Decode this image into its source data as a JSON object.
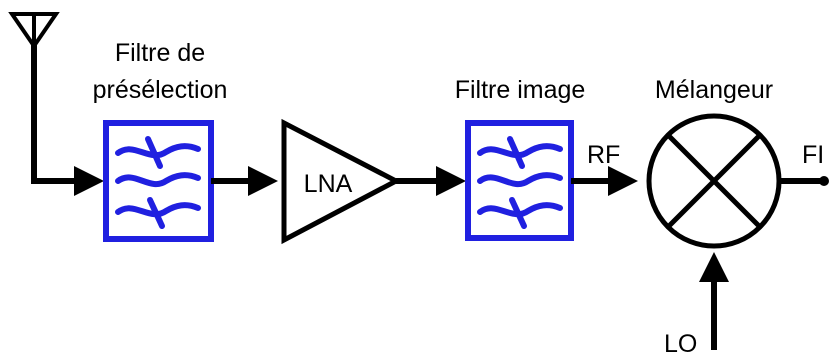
{
  "labels": {
    "preselection_filter_line1": "Filtre de",
    "preselection_filter_line2": "présélection",
    "lna": "LNA",
    "image_filter": "Filtre image",
    "mixer": "Mélangeur",
    "rf": "RF",
    "fi": "FI",
    "lo": "LO"
  },
  "colors": {
    "filter": "#2020e0",
    "wire": "#000000"
  }
}
